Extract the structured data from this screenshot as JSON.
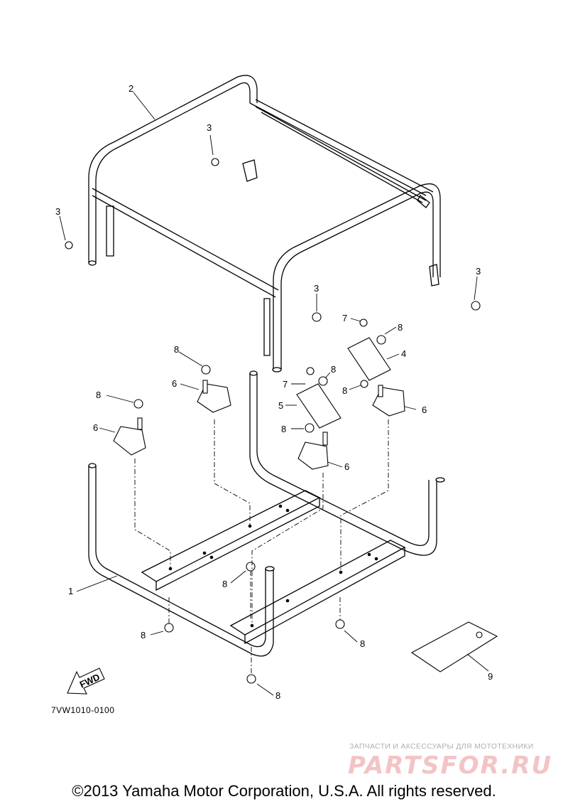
{
  "diagram": {
    "callouts": [
      "1",
      "2",
      "3",
      "4",
      "5",
      "6",
      "7",
      "8",
      "9"
    ],
    "direction_arrow": "FWD",
    "figure_code": "7VW1010-0100"
  },
  "watermark": {
    "tagline": "ЗАПЧАСТИ И АКСЕССУАРЫ ДЛЯ МОТОТЕХНИКИ",
    "logo": "PARTSFOR.RU"
  },
  "copyright": "©2013 Yamaha Motor Corporation, U.S.A. All rights reserved."
}
